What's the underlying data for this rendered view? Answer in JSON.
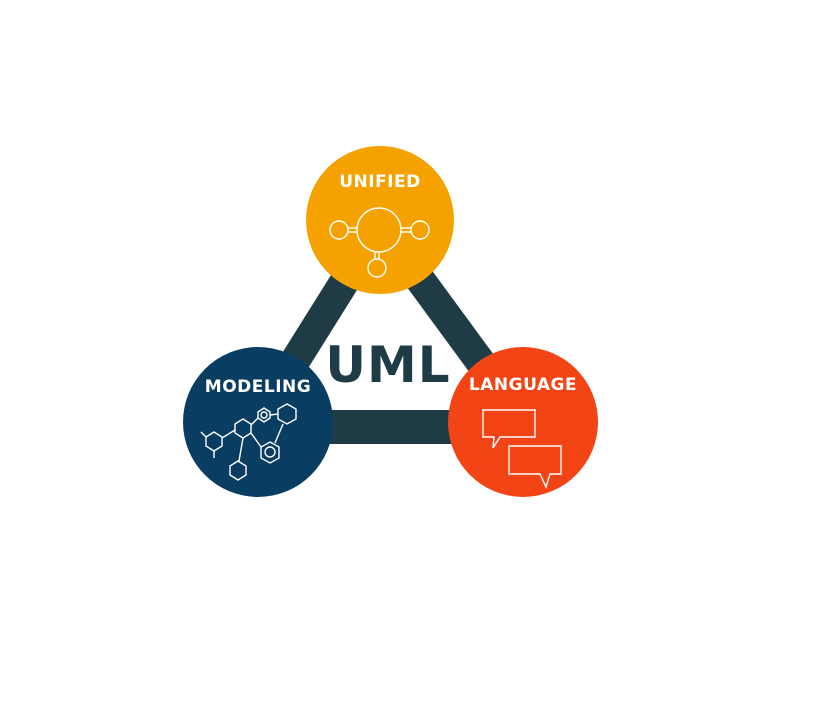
{
  "center": {
    "label": "UML"
  },
  "nodes": [
    {
      "key": "unified",
      "label": "UNIFIED",
      "color": "#f5a200",
      "icon": "network-node-icon"
    },
    {
      "key": "modeling",
      "label": "MODELING",
      "color": "#0a3d62",
      "icon": "molecule-structure-icon"
    },
    {
      "key": "language",
      "label": "LANGUAGE",
      "color": "#f24415",
      "icon": "speech-bubbles-icon"
    }
  ],
  "colors": {
    "frame": "#1f3b45",
    "background": "#ffffff"
  }
}
